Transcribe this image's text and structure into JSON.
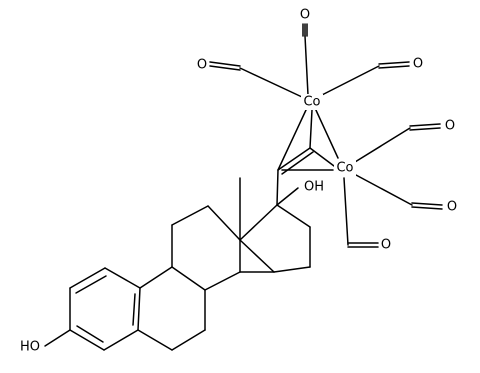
{
  "labels": {
    "co_upper": "Co",
    "co_lower": "Co",
    "oh_phenol": "HO",
    "oh_17": "OH",
    "o_top": "O",
    "o_upper_left": "O",
    "o_upper_right": "O",
    "o_lower_right_1": "O",
    "o_lower_right_2": "O",
    "o_bottom": "O"
  },
  "colors": {
    "ink": "#000000",
    "background": "#ffffff"
  }
}
